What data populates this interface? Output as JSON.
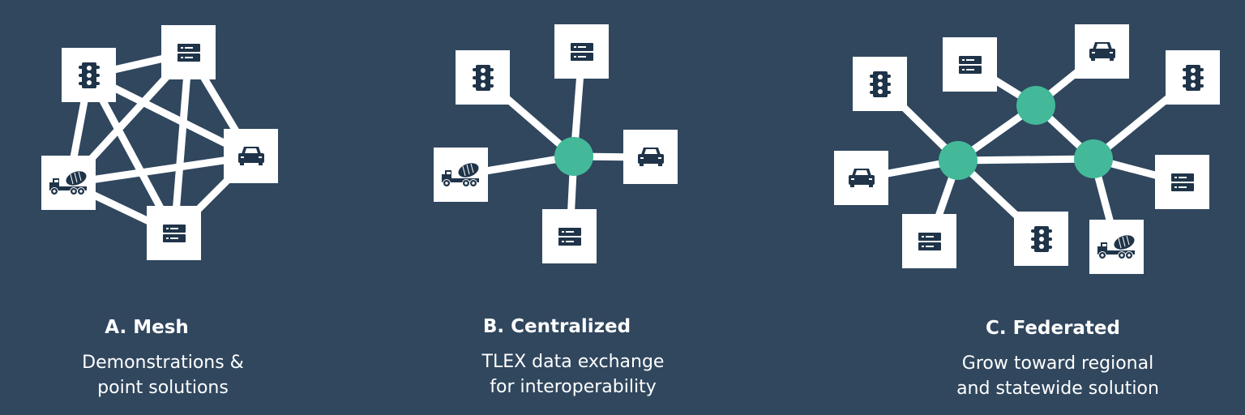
{
  "colors": {
    "background": "#30475e",
    "hub": "#43b999",
    "box": "#ffffff",
    "icon": "#1f3449",
    "link": "#ffffff"
  },
  "diagrams": [
    {
      "id": "mesh",
      "title": "A. Mesh",
      "subtitle_line1": "Demonstrations &",
      "subtitle_line2": "point solutions",
      "nodes": [
        "traffic-light",
        "server",
        "car",
        "truck",
        "server"
      ],
      "hubs": 0,
      "edges": [
        [
          0,
          1
        ],
        [
          0,
          2
        ],
        [
          0,
          3
        ],
        [
          0,
          4
        ],
        [
          1,
          2
        ],
        [
          1,
          3
        ],
        [
          1,
          4
        ],
        [
          2,
          3
        ],
        [
          2,
          4
        ],
        [
          3,
          4
        ]
      ]
    },
    {
      "id": "centralized",
      "title": "B. Centralized",
      "subtitle_line1": "TLEX data exchange",
      "subtitle_line2": "for interoperability",
      "nodes": [
        "traffic-light",
        "server",
        "car",
        "truck",
        "server"
      ],
      "hubs": 1,
      "edges": [
        [
          "h0",
          0
        ],
        [
          "h0",
          1
        ],
        [
          "h0",
          2
        ],
        [
          "h0",
          3
        ],
        [
          "h0",
          4
        ]
      ]
    },
    {
      "id": "federated",
      "title": "C. Federated",
      "subtitle_line1": "Grow toward regional",
      "subtitle_line2": "and statewide solution",
      "nodes": [
        "traffic-light",
        "server",
        "car",
        "traffic-light",
        "car",
        "server",
        "traffic-light",
        "truck",
        "server"
      ],
      "hubs": 3,
      "edges": [
        [
          "h0",
          "h1"
        ],
        [
          "h0",
          "h2"
        ],
        [
          "h1",
          "h2"
        ],
        [
          "h1",
          0
        ],
        [
          "h1",
          4
        ],
        [
          "h1",
          5
        ],
        [
          "h1",
          6
        ],
        [
          "h0",
          1
        ],
        [
          "h0",
          2
        ],
        [
          "h2",
          3
        ],
        [
          "h2",
          8
        ],
        [
          "h2",
          7
        ]
      ]
    }
  ]
}
